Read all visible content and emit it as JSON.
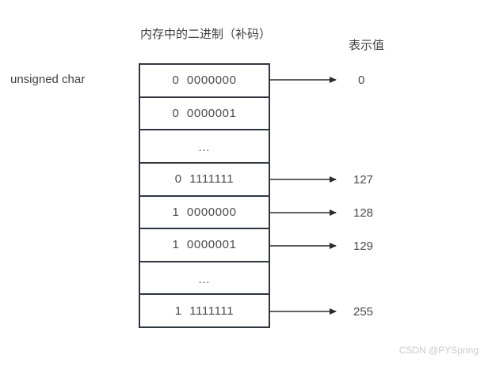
{
  "headers": {
    "binary_column": "内存中的二进制（补码）",
    "value_column": "表示值"
  },
  "type_label": "unsigned char",
  "table": {
    "rows": [
      {
        "bits": "0  0000000",
        "value": "0",
        "has_arrow": true
      },
      {
        "bits": "0  0000001",
        "value": "",
        "has_arrow": false
      },
      {
        "bits": "...",
        "value": "",
        "has_arrow": false
      },
      {
        "bits": "0  1111111",
        "value": "127",
        "has_arrow": true
      },
      {
        "bits": "1  0000000",
        "value": "128",
        "has_arrow": true
      },
      {
        "bits": "1  0000001",
        "value": "129",
        "has_arrow": true
      },
      {
        "bits": "...",
        "value": "",
        "has_arrow": false
      },
      {
        "bits": "1  1111111",
        "value": "255",
        "has_arrow": true
      }
    ]
  },
  "watermark": "CSDN @PYSpring",
  "colors": {
    "border": "#2f3640",
    "text": "#3f3f3f",
    "digits": "#4a4a4a",
    "arrow": "#2b2b2b",
    "watermark": "#c9c9c9",
    "background": "#ffffff"
  }
}
